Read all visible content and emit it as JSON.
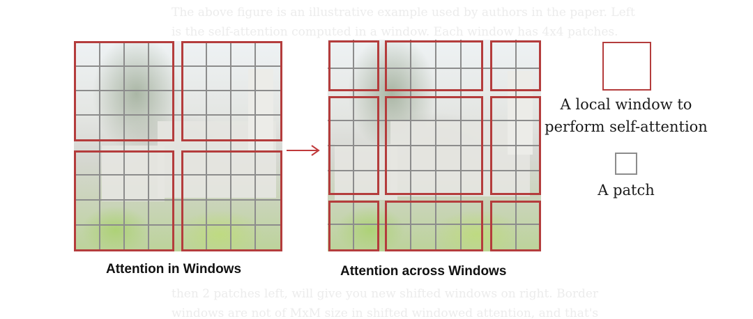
{
  "background_text": {
    "top": [
      "The above figure is an illustrative example used by authors in the paper. Left",
      "is the self-attention computed in a window. Each window has 4x4 patches."
    ],
    "bottom": [
      "then 2 patches left, will give you new shifted windows on right. Border",
      "windows are not of MxM size in shifted windowed attention, and that's"
    ]
  },
  "diagram": {
    "left_caption": "Attention in Windows",
    "right_caption": "Attention across Windows",
    "patches_per_window": "4x4",
    "window_color": "#b43c3c",
    "patch_color": "#8c8c8c",
    "arrow_color": "#c0393b"
  },
  "legend": {
    "window_label_line1": "A local window to",
    "window_label_line2": "perform self-attention",
    "patch_label": "A patch"
  }
}
